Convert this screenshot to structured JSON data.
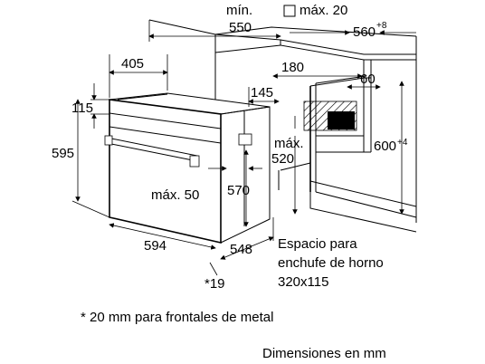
{
  "dimensions": {
    "min_label": "mín.",
    "min_value": "550",
    "max_label": "máx. 20",
    "cabinet_depth": "560",
    "cabinet_depth_tol": "+8",
    "oven_depth": "405",
    "niche_height_gap": "180",
    "panel_depth": "145",
    "top_gap": "60",
    "frame_top": "115",
    "oven_height": "595",
    "niche_height": "600",
    "niche_height_tol": "+4",
    "max_label_2": "máx.",
    "max_value_2": "520",
    "max_50": "máx. 50",
    "inner_height": "570",
    "oven_width": "594",
    "oven_body_depth": "548",
    "front_note_ref": "*19"
  },
  "socket_label": {
    "line1": "Espacio para",
    "line2": "enchufe de horno",
    "line3": "320x115"
  },
  "footnote": "* 20 mm para frontales de metal",
  "units_note": "Dimensiones en mm"
}
